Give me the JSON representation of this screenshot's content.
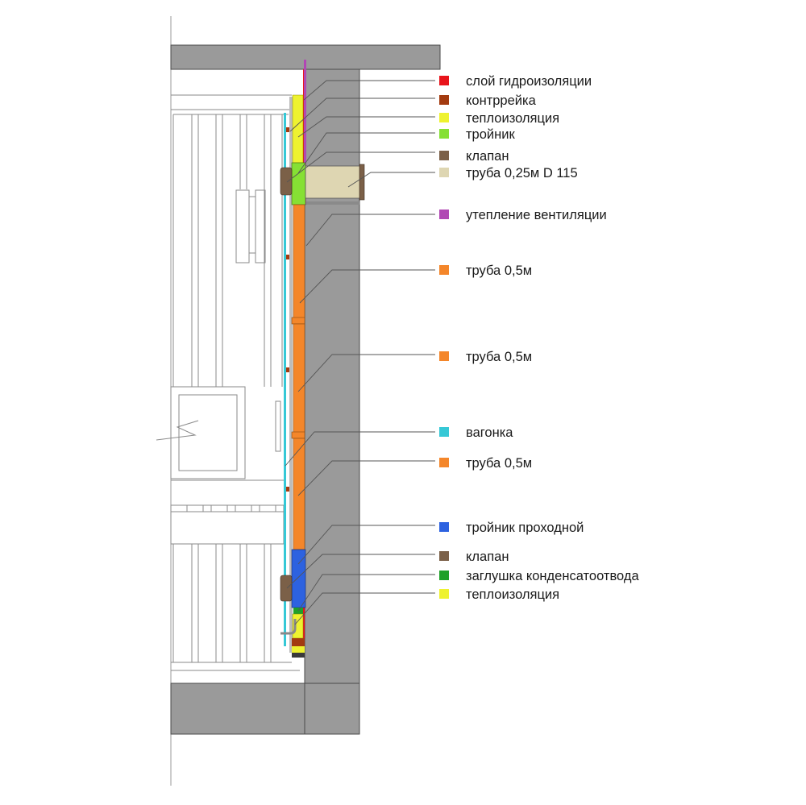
{
  "diagram": {
    "legend": [
      {
        "label": "слой гидроизоляции",
        "color": "#e8141b"
      },
      {
        "label": "контррейка",
        "color": "#a33b10"
      },
      {
        "label": "теплоизоляция",
        "color": "#eef230"
      },
      {
        "label": "тройник",
        "color": "#86e034"
      },
      {
        "label": "клапан",
        "color": "#7b6048"
      },
      {
        "label": "труба 0,25м D 115",
        "color": "#ded6b2"
      },
      {
        "label": "утепление вентиляции",
        "color": "#b147b4"
      },
      {
        "label": "труба 0,5м",
        "color": "#f4862a"
      },
      {
        "label": "труба 0,5м",
        "color": "#f4862a"
      },
      {
        "label": "вагонка",
        "color": "#36c8d6"
      },
      {
        "label": "труба 0,5м",
        "color": "#f4862a"
      },
      {
        "label": "тройник проходной",
        "color": "#2d62e0"
      },
      {
        "label": "клапан",
        "color": "#7b6048"
      },
      {
        "label": "заглушка конденсатоотвода",
        "color": "#1fa028"
      },
      {
        "label": "теплоизоляция",
        "color": "#eef230"
      }
    ],
    "colors": {
      "wall": "#9a9a9a",
      "wall_stroke": "#4a4a4a",
      "line": "#7a7a7a",
      "leader": "#555555"
    }
  }
}
